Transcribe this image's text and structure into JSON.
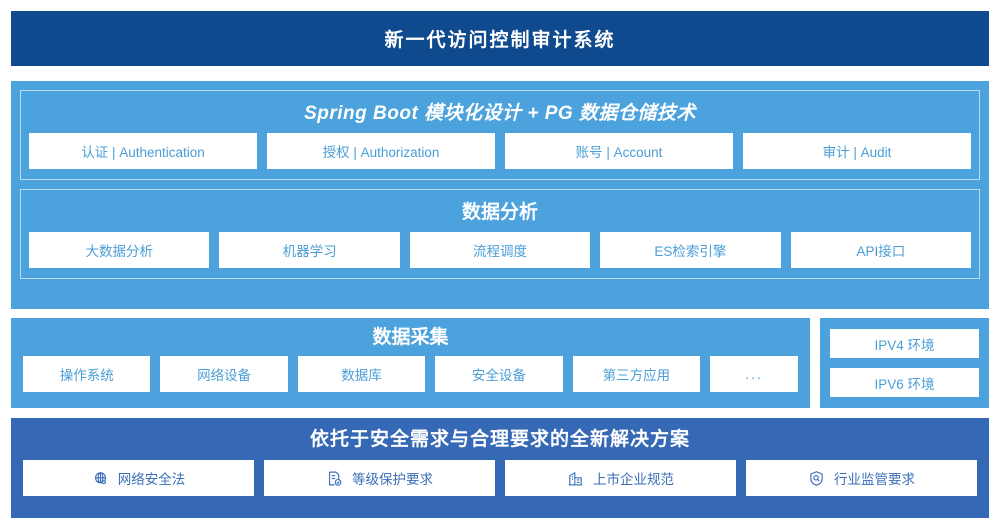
{
  "header": {
    "title": "新一代访问控制审计系统",
    "background_color": "#0f4a8f"
  },
  "platform": {
    "background_color": "#4ba2dc",
    "panels": [
      {
        "title": "Spring Boot 模块化设计 + PG 数据仓储技术",
        "title_style": "italic",
        "items": [
          {
            "label": "认证 | Authentication"
          },
          {
            "label": "授权 | Authorization"
          },
          {
            "label": "账号 | Account"
          },
          {
            "label": "审计 | Audit"
          }
        ]
      },
      {
        "title": "数据分析",
        "title_style": "normal",
        "items": [
          {
            "label": "大数据分析"
          },
          {
            "label": "机器学习"
          },
          {
            "label": "流程调度"
          },
          {
            "label": "ES检索引擎"
          },
          {
            "label": "API接口"
          }
        ]
      }
    ]
  },
  "collect": {
    "title": "数据采集",
    "background_color": "#4ba2dc",
    "items": [
      {
        "label": "操作系统"
      },
      {
        "label": "网络设备"
      },
      {
        "label": "数据库"
      },
      {
        "label": "安全设备"
      },
      {
        "label": "第三方应用"
      },
      {
        "label": "..."
      }
    ],
    "environments": [
      {
        "label": "IPV4 环境"
      },
      {
        "label": "IPV6 环境"
      }
    ]
  },
  "solution": {
    "title": "依托于安全需求与合理要求的全新解决方案",
    "background_color": "#3568b5",
    "items": [
      {
        "label": "网络安全法",
        "icon": "globe-network-icon"
      },
      {
        "label": "等级保护要求",
        "icon": "document-check-icon"
      },
      {
        "label": "上市企业规范",
        "icon": "building-icon"
      },
      {
        "label": "行业监管要求",
        "icon": "shield-search-icon"
      }
    ]
  },
  "text_color_light": "#4a9ed6",
  "text_color_dark": "#3a6fb8"
}
